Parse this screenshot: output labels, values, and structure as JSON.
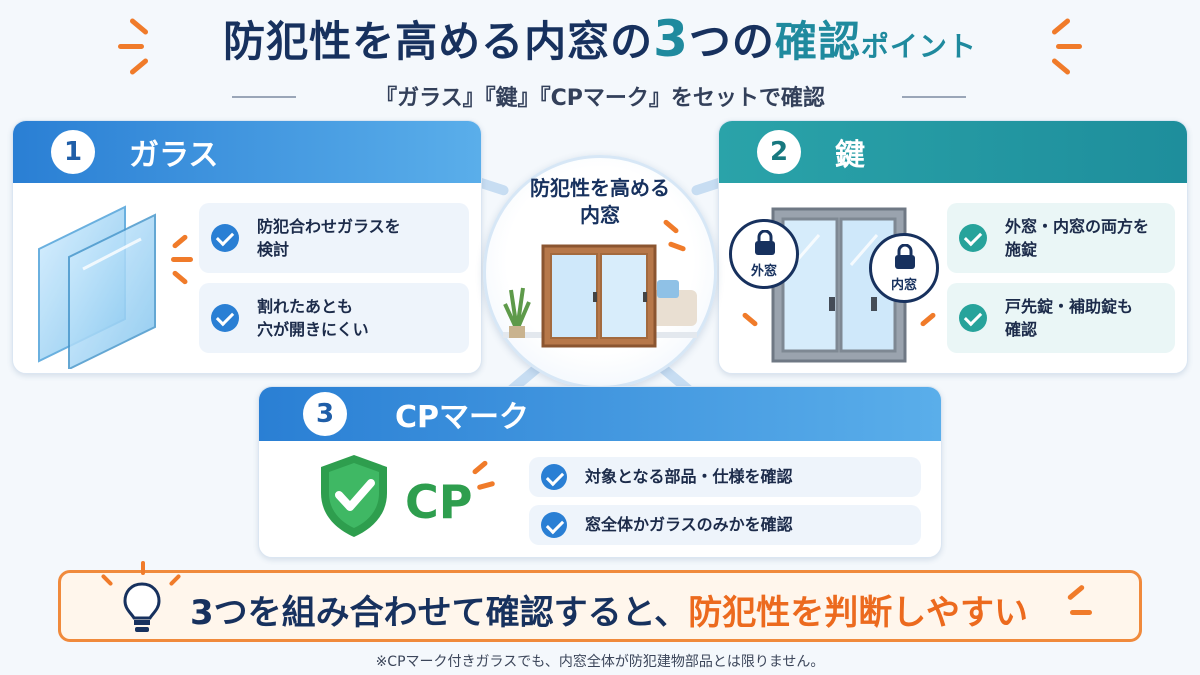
{
  "header": {
    "title_part1": "防犯性を高める内窓の",
    "title_num": "3",
    "title_part2": "つの",
    "title_part3": "確認",
    "title_part4": "ポイント",
    "subtitle": "『ガラス』『鍵』『CPマーク』をセットで確認"
  },
  "center": {
    "line1": "防犯性を高める",
    "line2": "内窓"
  },
  "cards": [
    {
      "number": "1",
      "title": "ガラス",
      "points": [
        "防犯合わせガラスを\n検討",
        "割れたあとも\n穴が開きにくい"
      ]
    },
    {
      "number": "2",
      "title": "鍵",
      "points": [
        "外窓・内窓の両方を\n施錠",
        "戸先錠・補助錠も\n確認"
      ],
      "labels": [
        "外窓",
        "内窓"
      ]
    },
    {
      "number": "3",
      "title": "CPマーク",
      "logo_text": "CP",
      "points": [
        "対象となる部品・仕様を確認",
        "窓全体かガラスのみかを確認"
      ]
    }
  ],
  "banner": {
    "part1": "3つを組み合わせて確認すると、",
    "part2": "防犯性を判断しやすい"
  },
  "note": "※CPマーク付きガラスでも、内窓全体が防犯建物部品とは限りません。",
  "colors": {
    "navy": "#17315e",
    "blue": "#2a7fd4",
    "teal": "#1f8a9e",
    "orange": "#ec6a1e",
    "green": "#2e9e4e"
  },
  "icons": [
    "check-icon",
    "lock-icon",
    "shield-check-icon",
    "lightbulb-icon",
    "glass-pane-icon",
    "window-icon",
    "plant-icon",
    "sofa-icon"
  ]
}
